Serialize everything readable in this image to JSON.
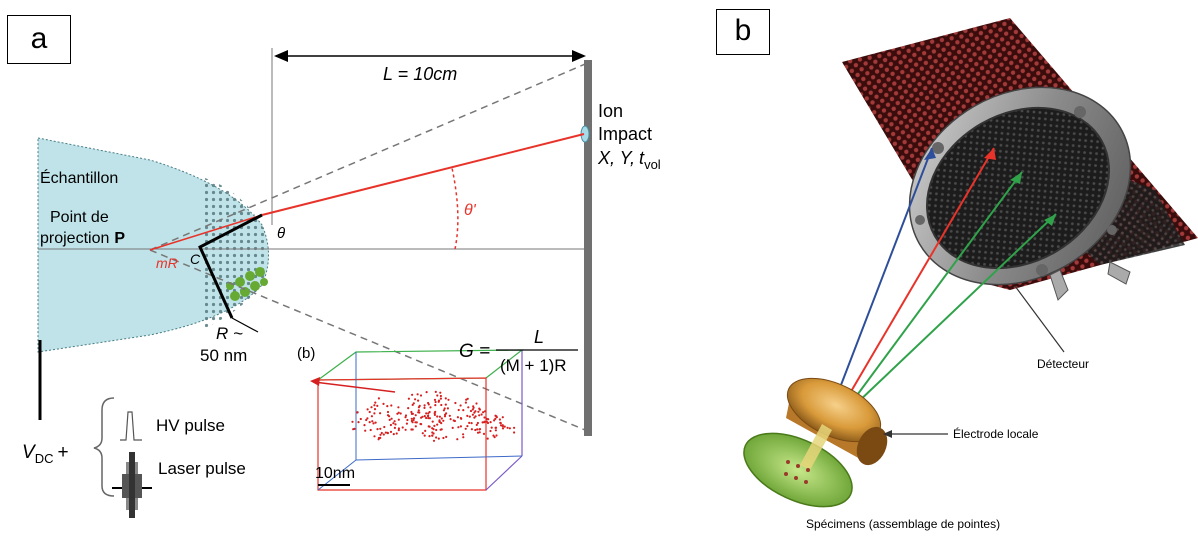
{
  "panel_a": {
    "tag": "a",
    "length_label": "L = 10cm",
    "ion_impact_line1": "Ion",
    "ion_impact_line2": "Impact",
    "ion_impact_coords": "X, Y,",
    "ion_impact_t": "t",
    "ion_impact_t_sub": "vol",
    "sample_label": "Échantillon",
    "projection_point_line1": "Point de",
    "projection_point_line2": "projection",
    "projection_point_letter": "P",
    "mr_label": "mR",
    "c_label": "C",
    "theta_label": "θ",
    "theta_prime_label": "θ'",
    "radius_label": "R ~",
    "radius_value": "50 nm",
    "gain_G": "G =",
    "gain_numerator": "L",
    "gain_denominator": "(M + 1)R",
    "inset_label": "(b)",
    "scale_label": "10nm",
    "vdc_label": "V",
    "vdc_sub": "DC",
    "vdc_plus": "+",
    "hv_pulse": "HV pulse",
    "laser_pulse": "Laser pulse"
  },
  "panel_b": {
    "tag": "b",
    "detector_label": "Détecteur",
    "electrode_label": "Électrode locale",
    "specimens_label": "Spécimens (assemblage de pointes)"
  },
  "colors": {
    "sample_fill": "#bfe3e8",
    "trajectory_red": "#e8332a",
    "inset_red": "#d62020",
    "atom_green": "#66aa33",
    "detector_gray": "#707070",
    "mesh_red": "#7a1a1a",
    "ring_gray": "#9a9a9a",
    "electrode_gold": "#d99a3a",
    "specimen_green": "#8cc63f",
    "blue_ray": "#2d4e9a",
    "green_ray": "#2fa24a"
  }
}
